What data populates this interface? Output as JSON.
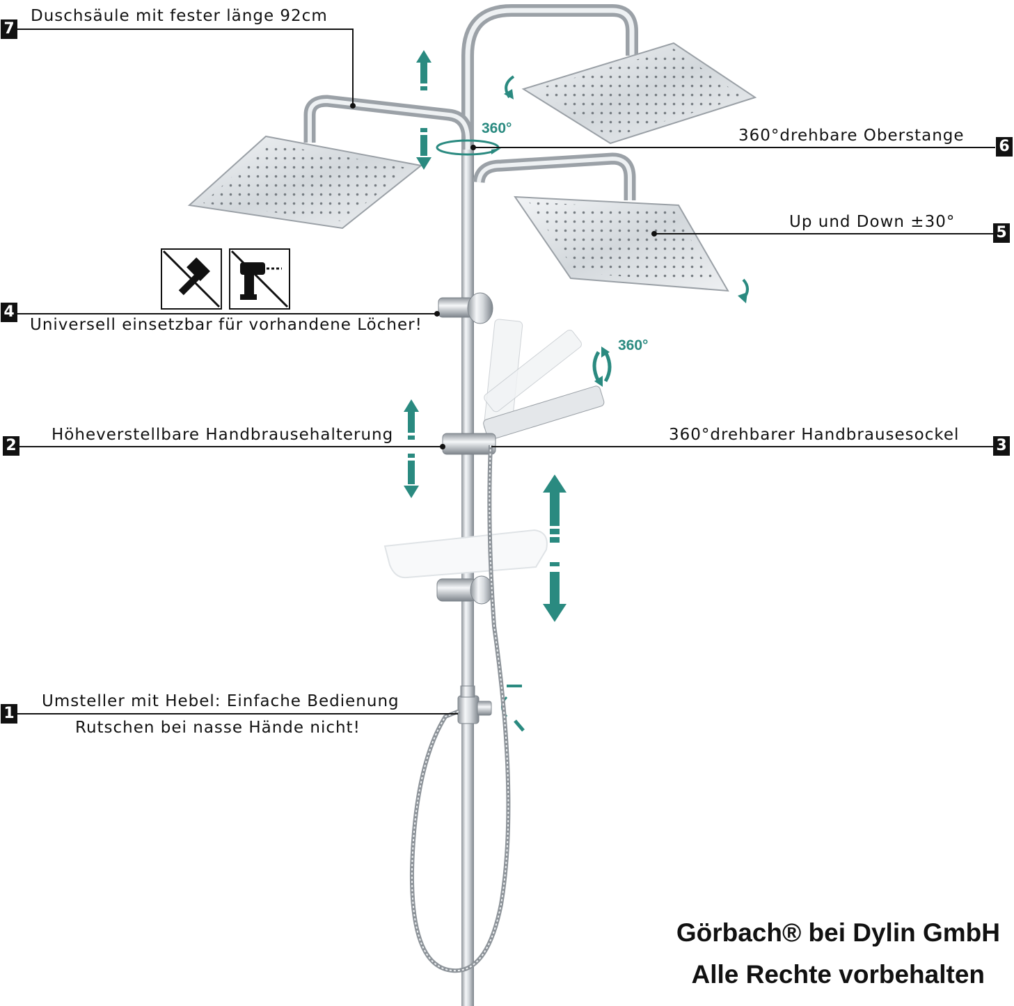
{
  "callouts": [
    {
      "number": "7",
      "text": "Duschsäule mit fester länge 92cm"
    },
    {
      "number": "6",
      "text": "360°drehbare Oberstange"
    },
    {
      "number": "5",
      "text": "Up und Down ±30°"
    },
    {
      "number": "4",
      "text": "Universell einsetzbar für vorhandene Löcher!"
    },
    {
      "number": "2",
      "text": "Höheverstellbare Handbrausehalterung"
    },
    {
      "number": "3",
      "text": "360°drehbarer Handbrausesockel"
    },
    {
      "number": "1",
      "text": "Umsteller mit Hebel: Einfache Bedienung",
      "text2": "Rutschen bei nasse Hände nicht!"
    }
  ],
  "rotation_labels": [
    "360°",
    "360°"
  ],
  "icons": [
    "no-hammer-icon",
    "no-drill-icon"
  ],
  "brand": {
    "line1": "Görbach® bei Dylin GmbH",
    "line2": "Alle Rechte vorbehalten"
  },
  "colors": {
    "accent": "#2a8a80",
    "text": "#111111",
    "chrome": "#c8ccd0"
  }
}
